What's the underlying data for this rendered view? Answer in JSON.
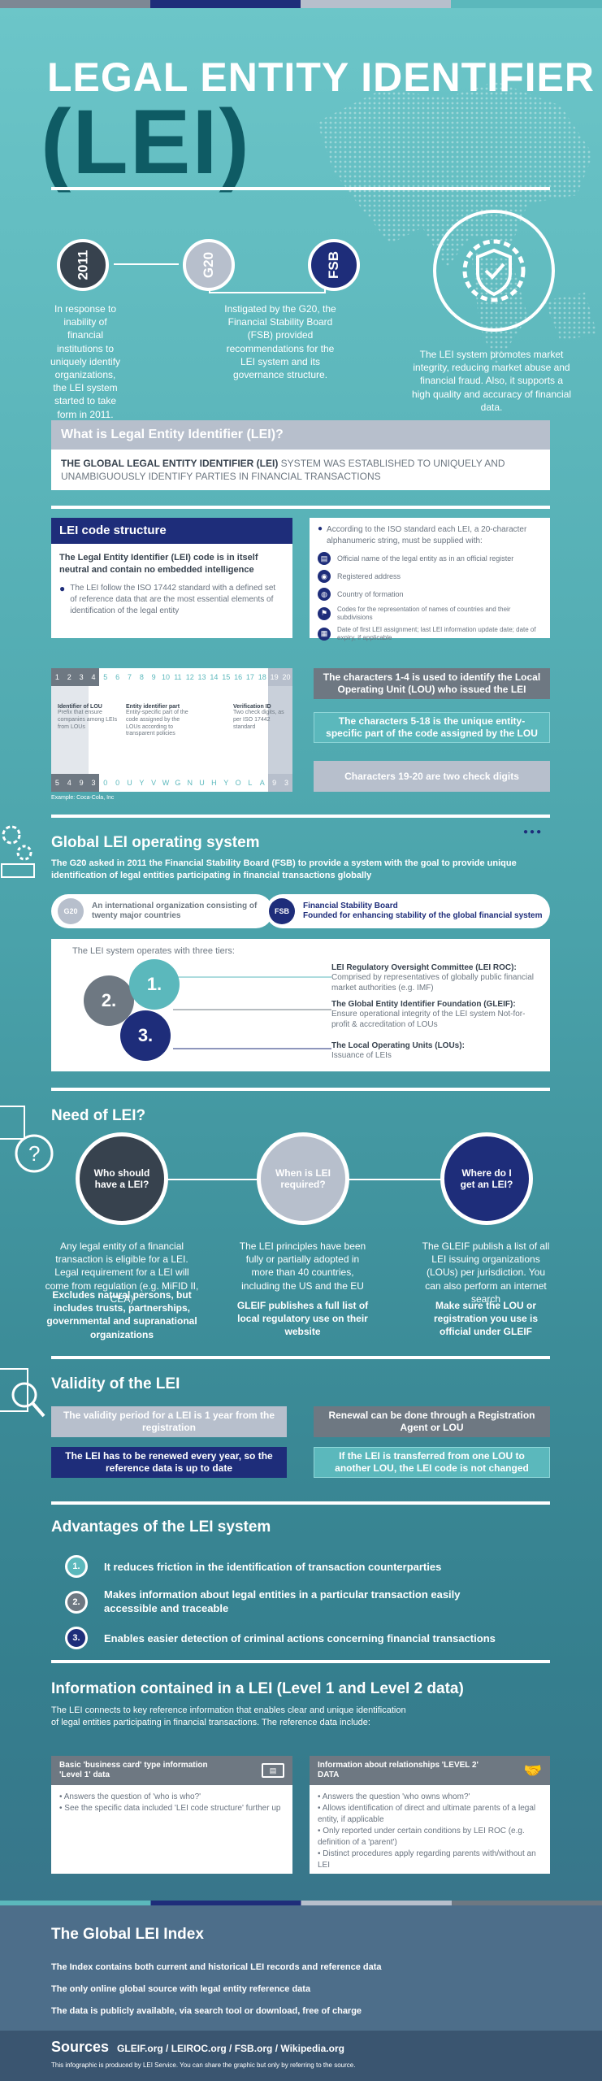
{
  "colors": {
    "teal": "#5bb8bc",
    "navy": "#1e2d7a",
    "gray": "#6e7882",
    "lightgray": "#b7bfcc",
    "dark": "#37424e"
  },
  "header": {
    "title_line1": "LEGAL ENTITY IDENTIFIER",
    "title_line2": "(LEI)"
  },
  "timeline": {
    "c1": "2011",
    "c2": "G20",
    "c3": "FSB",
    "t1": "In response to inability of financial institutions to uniquely identify organizations, the LEI system started to take form in 2011.",
    "t2": "Instigated by the G20, the Financial Stability Board (FSB) provided recommendations for the LEI system and its governance structure.",
    "t3": "The LEI system promotes market integrity, reducing market abuse and financial fraud. Also, it supports a high quality and accuracy of financial data."
  },
  "what": {
    "title": "What is Legal Entity Identifier (LEI)?",
    "body_bold": "THE GLOBAL LEGAL ENTITY IDENTIFIER (LEI)",
    "body_rest": " SYSTEM WAS ESTABLISHED TO UNIQUELY AND UNAMBIGUOUSLY IDENTIFY PARTIES IN FINANCIAL TRANSACTIONS"
  },
  "code": {
    "title": "LEI code structure",
    "lead": "The Legal Entity Identifier (LEI) code is in itself neutral and contain no embedded intelligence",
    "bullet": "The LEI follow the ISO 17442 standard with a defined set of reference data that are the most essential elements of identification of the legal entity",
    "iso_intro": "According to the ISO standard each LEI, a 20-character alphanumeric string, must be supplied with:",
    "iso_items": [
      "Official name of the legal entity as in an official register",
      "Registered address",
      "Country of formation",
      "Codes for the representation of names of countries and their subdivisions",
      "Date of first LEI assignment; last LEI information update date; date of expiry, if applicable"
    ],
    "digits": [
      "1",
      "2",
      "3",
      "4",
      "5",
      "6",
      "7",
      "8",
      "9",
      "10",
      "11",
      "12",
      "13",
      "14",
      "15",
      "16",
      "17",
      "18",
      "19",
      "20"
    ],
    "chars": [
      "5",
      "4",
      "9",
      "3",
      "0",
      "0",
      "U",
      "Y",
      "V",
      "W",
      "G",
      "N",
      "U",
      "H",
      "Y",
      "O",
      "L",
      "A",
      "9",
      "3"
    ],
    "part1_title": "Identifier of LOU",
    "part1_text": "Prefix that ensure companies among LEIs from LOUs",
    "part2_title": "Entity identifier part",
    "part2_text": "Entity-specific part of the code assigned by the LOUs according to transparent policies",
    "part3_title": "Verification ID",
    "part3_text": "Two check digits, as per ISO 17442 standard",
    "example": "Example: Coca-Cola, Inc",
    "note1": "The characters 1-4 is used to identify the Local Operating Unit (LOU) who issued the LEI",
    "note2": "The characters 5-18 is the unique entity-specific part of the code assigned by the LOU",
    "note3": "Characters 19-20 are two check digits"
  },
  "global": {
    "title": "Global LEI operating system",
    "intro": "The G20 asked in 2011 the Financial Stability Board (FSB) to provide a system with the goal to provide unique identification of legal entities participating in financial transactions globally",
    "g20_label": "G20",
    "g20_text": "An international organization consisting of twenty major countries",
    "fsb_label": "FSB",
    "fsb_title": "Financial Stability Board",
    "fsb_text": "Founded for enhancing stability of the global financial system",
    "tiers_intro": "The LEI system operates with three tiers:",
    "t1_num": "1.",
    "t2_num": "2.",
    "t3_num": "3.",
    "tier1_title": "LEI Regulatory Oversight Committee (LEI ROC):",
    "tier1_text": "Comprised by representatives of globally public financial market authorities (e.g. IMF)",
    "tier2_title": "The Global Entity Identifier Foundation (GLEIF):",
    "tier2_text": "Ensure operational integrity of the LEI system Not-for-profit & accreditation of LOUs",
    "tier3_title": "The Local Operating Units (LOUs):",
    "tier3_text": "Issuance of LEIs"
  },
  "need": {
    "title": "Need of LEI?",
    "q1": "Who should have a LEI?",
    "q2": "When is LEI required?",
    "q3": "Where do I get an LEI?",
    "a1": "Any legal entity of a financial transaction is eligible for a LEI. Legal requirement for a LEI will come from regulation (e.g. MiFID II, CEA)",
    "a1b": "Excludes natural persons, but includes trusts, partnerships, governmental and supranational organizations",
    "a2": "The LEI principles have been fully or partially adopted in more than 40 countries, including the US and the EU",
    "a2b": "GLEIF publishes a full list of local regulatory use on their website",
    "a3": "The GLEIF publish a list of all LEI issuing organizations (LOUs) per jurisdiction. You can also perform an internet search",
    "a3b": "Make sure the LOU or registration you use is official under GLEIF"
  },
  "validity": {
    "title": "Validity of the LEI",
    "v1": "The validity period for a LEI is 1 year from the registration",
    "v2": "Renewal can be done through a Registration Agent or LOU",
    "v3": "The LEI has to be renewed every year, so the reference data is up to date",
    "v4": "If the LEI is transferred from one LOU to another LOU, the LEI code is not changed"
  },
  "advantages": {
    "title": "Advantages of the LEI system",
    "items": [
      {
        "num": "1.",
        "text": "It reduces friction in the identification of transaction counterparties"
      },
      {
        "num": "2.",
        "text": "Makes information about legal entities in a particular transaction easily accessible and traceable"
      },
      {
        "num": "3.",
        "text": "Enables easier detection of criminal actions concerning financial transactions"
      }
    ]
  },
  "info": {
    "title": "Information contained in a LEI (Level 1 and Level 2 data)",
    "intro": "The LEI connects to key reference information that enables clear and unique identification of legal entities participating in financial transactions. The reference data include:",
    "l1_title": "Basic 'business card' type information 'Level 1' data",
    "l1_items": [
      "Answers the question of 'who is who?'",
      "See the specific data included 'LEI code structure' further up"
    ],
    "l2_title": "Information about relationships 'LEVEL 2' DATA",
    "l2_items": [
      "Answers the question 'who owns whom?'",
      "Allows identification of direct and ultimate parents of a legal entity, if applicable",
      "Only reported under certain conditions by LEI ROC (e.g. definition of a 'parent')",
      "Distinct procedures apply regarding parents with/without an LEI"
    ]
  },
  "index": {
    "title": "The Global LEI Index",
    "lines": [
      "The Index contains both current and historical LEI records and reference data",
      "The only online global source with legal entity reference data",
      "The data is publicly available, via search tool or download, free of charge"
    ]
  },
  "sources": {
    "label": "Sources",
    "list": "GLEIF.org / LEIROC.org / FSB.org / Wikipedia.org",
    "note": "This infographic is produced by LEI Service. You can share the graphic but only by referring to the source."
  }
}
